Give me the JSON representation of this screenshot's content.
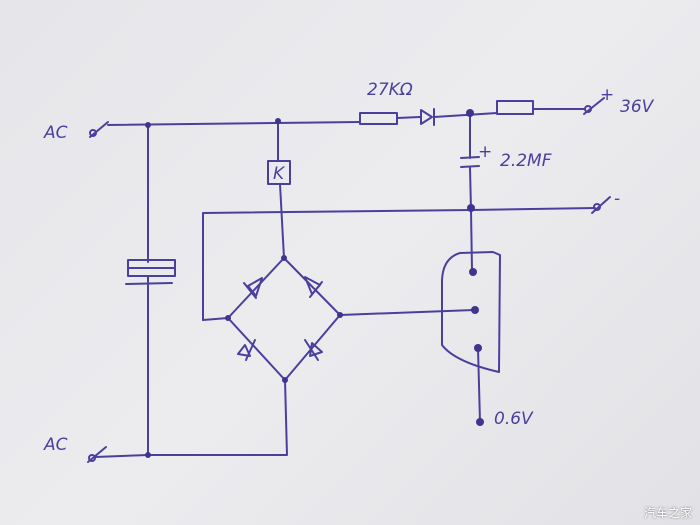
{
  "labels": {
    "ac_top": "AC",
    "ac_bottom": "AC",
    "resistor_value": "27KΩ",
    "output_plus": "+",
    "output_voltage": "36V",
    "capacitor_plus": "+",
    "capacitor_value": "2.2MF",
    "output_minus": "-",
    "relay": "K",
    "sense_voltage": "0.6V"
  },
  "watermark": "汽车之家",
  "colors": {
    "ink": "#4b3f9e",
    "paper": "#e8e8ec"
  }
}
